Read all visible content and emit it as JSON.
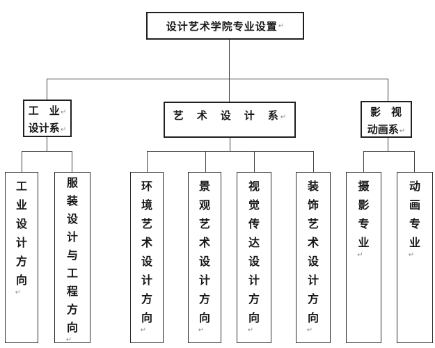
{
  "colors": {
    "line": "#3f3f3f",
    "border": "#1f1f1f",
    "background": "#ffffff",
    "return_mark": "#8f8f8f"
  },
  "root": {
    "text": "设计艺术学院专业设置",
    "mark": "↵"
  },
  "departments": [
    {
      "key": "industrial-design-dept",
      "line1": "工　业",
      "line1_mark": "↵",
      "line2": "设计系",
      "line2_mark": "↵"
    },
    {
      "key": "art-design-dept",
      "line1": "艺　术　设　计　系",
      "line1_mark": "↵",
      "line2": "",
      "line2_mark": ""
    },
    {
      "key": "film-animation-dept",
      "line1": "影　视",
      "line1_mark": "",
      "line2": "动画系",
      "line2_mark": "↵"
    }
  ],
  "programs": [
    {
      "key": "industrial-design-direction",
      "text": "工业设计方向",
      "mark": "↵"
    },
    {
      "key": "fashion-design-engineering-direction",
      "text": "服装设计与工程方向",
      "mark": "↵"
    },
    {
      "key": "environmental-art-design-direction",
      "text": "环境艺术设计方向",
      "mark": "↵"
    },
    {
      "key": "landscape-art-design-direction",
      "text": "景观艺术设计方向",
      "mark": "↵"
    },
    {
      "key": "visual-communication-design-direction",
      "text": "视觉传达设计方向",
      "mark": "↵"
    },
    {
      "key": "decorative-art-design-direction",
      "text": "装饰艺术设计方向",
      "mark": "↵"
    },
    {
      "key": "photography-major",
      "text": "摄影专业",
      "mark": "↵"
    },
    {
      "key": "animation-major",
      "text": "动画专业",
      "mark": "↵"
    }
  ]
}
